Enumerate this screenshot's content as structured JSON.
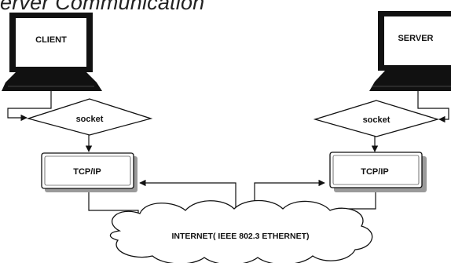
{
  "title": "erver Communication",
  "client": {
    "monitor_label": "CLIENT",
    "socket_label": "socket",
    "stack_label": "TCP/IP"
  },
  "server": {
    "monitor_label": "SERVER",
    "socket_label": "socket",
    "stack_label": "TCP/IP"
  },
  "network": {
    "label": "INTERNET( IEEE 802.3 ETHERNET)"
  },
  "colors": {
    "line": "#111111",
    "fill": "#ffffff",
    "shadow": "#9a9a9a"
  }
}
